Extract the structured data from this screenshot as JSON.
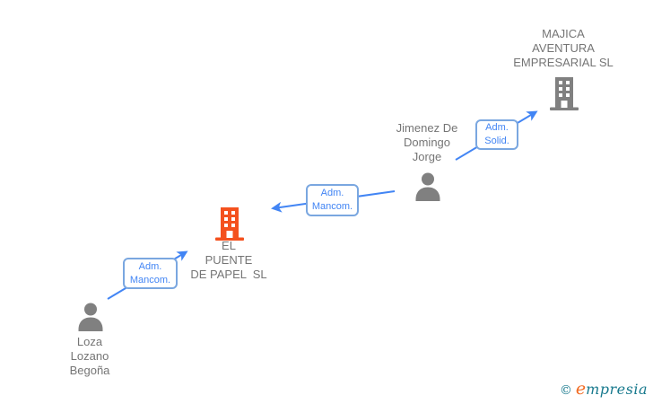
{
  "colors": {
    "edge_blue": "#4285F4",
    "edge_chip_border": "#7AA7E0",
    "icon_gray": "#808080",
    "node_text_gray": "#757575",
    "highlight_company_orange": "#F4511E",
    "brand_teal": "#17798D",
    "brand_orange": "#F26A21"
  },
  "nodes": {
    "majica": {
      "type": "company",
      "name": "MAJICA AVENTURA EMPRESARIAL SL",
      "lines": [
        "MAJICA",
        "AVENTURA",
        "EMPRESARIAL SL"
      ]
    },
    "jimenez": {
      "type": "person",
      "name": "Jimenez De Domingo Jorge",
      "lines": [
        "Jimenez De",
        "Domingo",
        "Jorge"
      ]
    },
    "puente": {
      "type": "company",
      "name": "EL PUENTE DE PAPEL SL",
      "lines": [
        "EL",
        "PUENTE",
        "DE PAPEL  SL"
      ]
    },
    "loza": {
      "type": "person",
      "name": "Loza Lozano Begoña",
      "lines": [
        "Loza",
        "Lozano",
        "Begoña"
      ]
    }
  },
  "edges": {
    "loza_to_puente": {
      "from": "Loza Lozano Begoña",
      "to": "EL PUENTE DE PAPEL SL",
      "label": [
        "Adm.",
        "Mancom."
      ]
    },
    "jimenez_to_puente": {
      "from": "Jimenez De Domingo Jorge",
      "to": "EL PUENTE DE PAPEL SL",
      "label": [
        "Adm.",
        "Mancom."
      ]
    },
    "jimenez_to_majica": {
      "from": "Jimenez De Domingo Jorge",
      "to": "MAJICA AVENTURA EMPRESARIAL SL",
      "label": [
        "Adm.",
        "Solid."
      ]
    }
  },
  "watermark": {
    "symbol": "©",
    "brand_initial": "e",
    "brand_rest": "mpresia"
  }
}
